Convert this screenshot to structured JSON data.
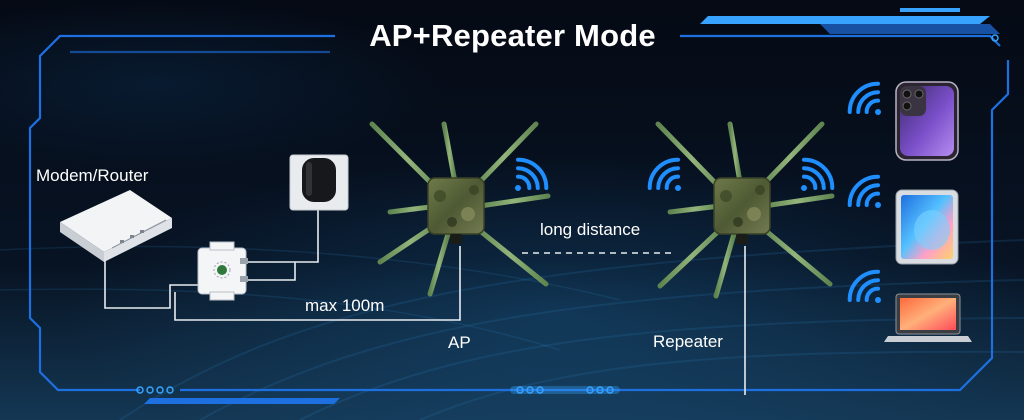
{
  "title": "AP+Repeater Mode",
  "labels": {
    "modem_router": "Modem/Router",
    "long_distance": "long distance",
    "max_distance": "max 100m",
    "ap": "AP",
    "repeater": "Repeater"
  },
  "colors": {
    "background": "#050a14",
    "frame": "#1e6fe0",
    "frame_glow": "#37a3ff",
    "wifi_signal": "#1f8fff",
    "antenna": "#7ea268",
    "camo": "#5e6b40",
    "cable": "#e8ecf0",
    "text": "#ffffff"
  },
  "icons": [
    "wifi-signal-icon",
    "power-adapter-icon",
    "poe-injector-icon",
    "smartphone-icon",
    "tablet-icon",
    "laptop-icon"
  ]
}
